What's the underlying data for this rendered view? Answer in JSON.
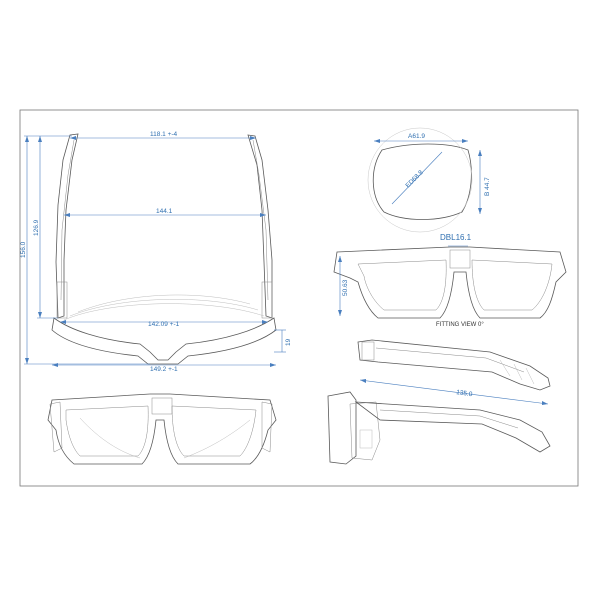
{
  "colors": {
    "ink": "#5a5a5a",
    "dimension": "#2f6fb0",
    "frame_border": "#777777"
  },
  "top_view": {
    "temple_span": "118.1 +-4",
    "width_mid": "144.1",
    "length_a": "156.0",
    "length_b": "126.9",
    "front_width": "142.09 +-1",
    "total_width": "149.2 +-1",
    "thickness": "19"
  },
  "lens_view": {
    "a_size": "A61.9",
    "ed_size": "ED68.8",
    "b_size": "B 44.7"
  },
  "front_view": {
    "dbl": "DBL16.1",
    "height": "50.63",
    "caption": "FITTING VIEW 0°"
  },
  "side_view": {
    "temple_length": "135.0"
  }
}
